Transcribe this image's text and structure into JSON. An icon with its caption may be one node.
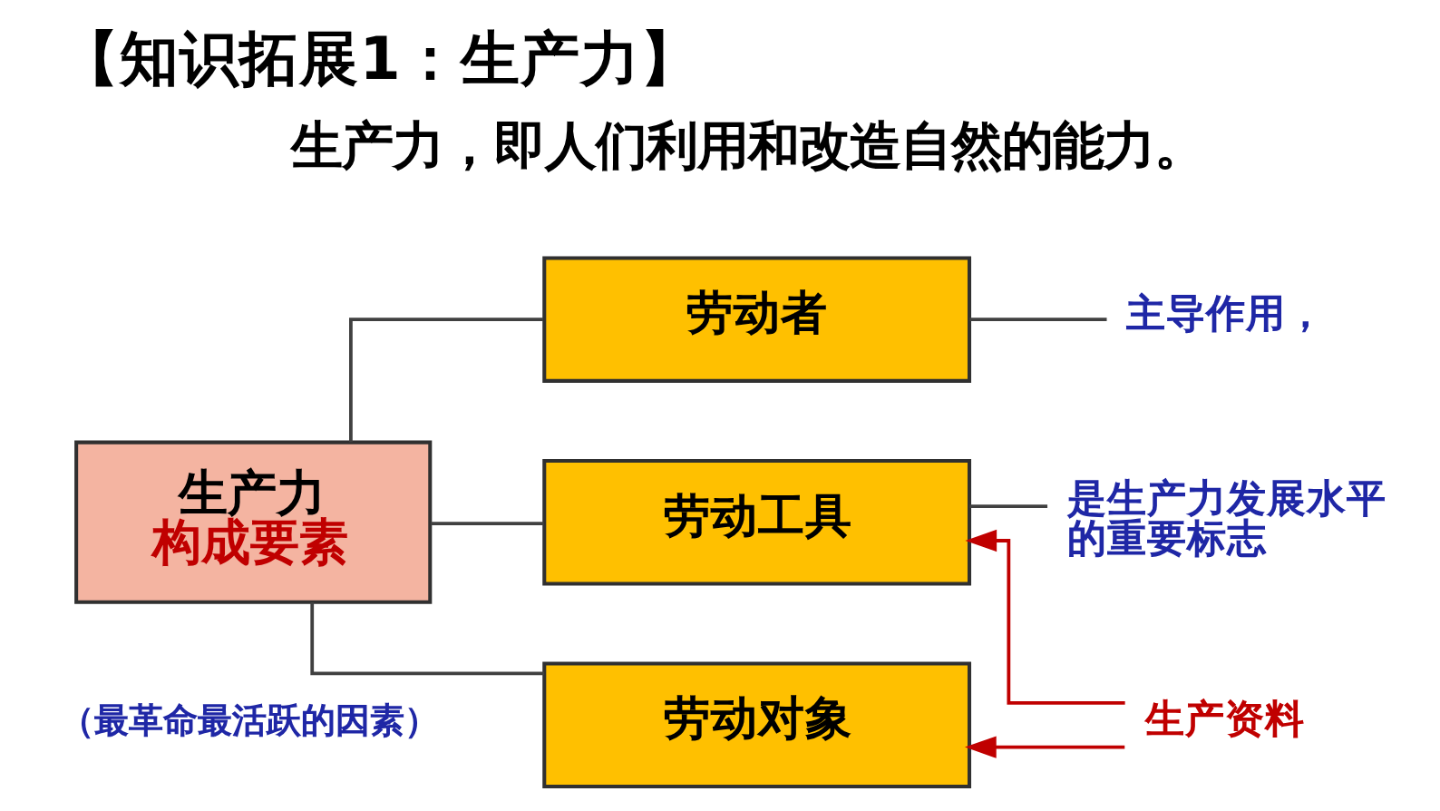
{
  "diagram": {
    "title": "【知识拓展1：生产力】",
    "nodes": [
      {
        "text": [
          "生产力",
          "构成要素"
        ]
      },
      {
        "text": [
          "劳动者"
        ]
      },
      {
        "text": [
          "劳动工具"
        ]
      },
      {
        "text": [
          "劳动对象"
        ]
      },
      {
        "text": [
          "主导作用，"
        ]
      },
      {
        "text": [
          "是生产力发展水平的重要标志"
        ]
      },
      {
        "text": [
          "生产资料"
        ]
      }
    ],
    "edges": [
      {
        "from": 0,
        "to": 1,
        "arrow": "none"
      },
      {
        "from": 0,
        "to": 2,
        "arrow": "none"
      },
      {
        "from": 0,
        "to": 3,
        "arrow": "none"
      },
      {
        "from": 1,
        "to": 4,
        "arrow": "none"
      },
      {
        "from": 2,
        "to": 5,
        "arrow": "none"
      },
      {
        "from": 6,
        "to": 2,
        "arrow": "to",
        "color": "#c00000"
      },
      {
        "from": 6,
        "to": 3,
        "arrow": "to",
        "color": "#c00000"
      }
    ],
    "labels": [
      "生产力，即人们利用和改造自然的能力。",
      "（最革命最活跃的因素）"
    ]
  }
}
